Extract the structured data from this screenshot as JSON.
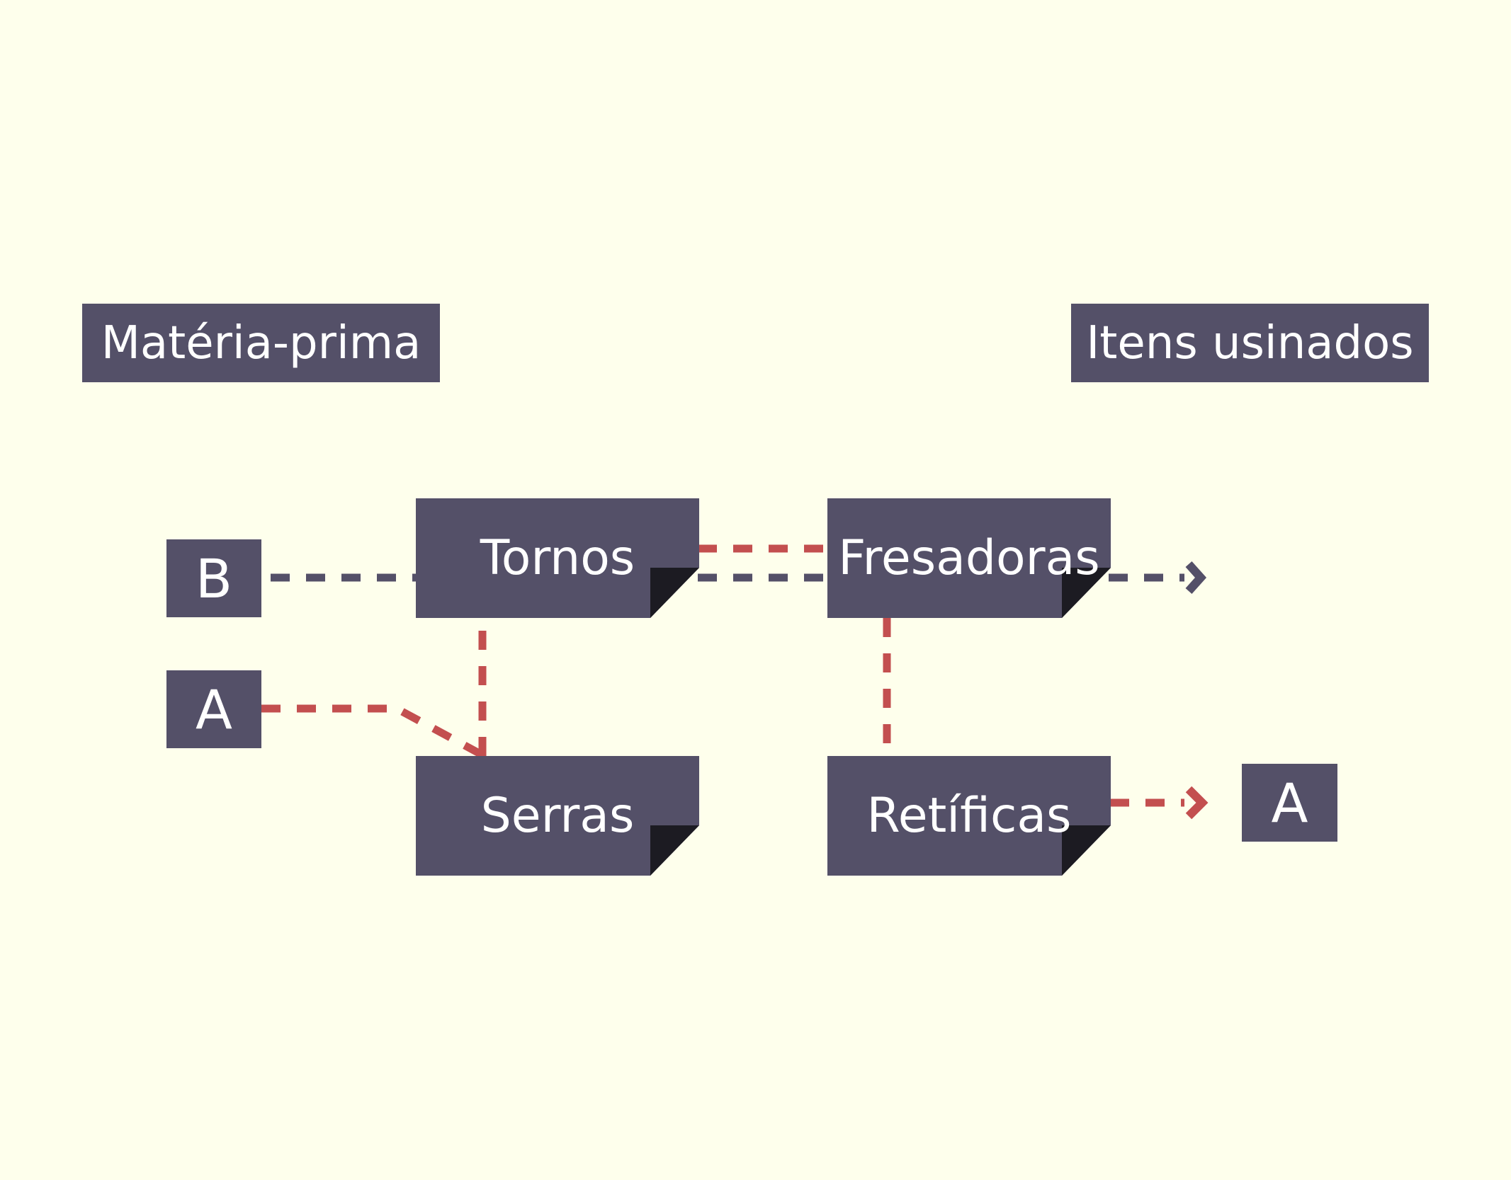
{
  "colors": {
    "background": "#FEFFEC",
    "box": "#545068",
    "fold": "#1C1B22",
    "route_a": "#C34F4F",
    "route_b": "#545068",
    "text": "#FFFFFF"
  },
  "headers": {
    "raw_material": "Matéria-prima",
    "machined_items": "Itens usinados"
  },
  "inputs": {
    "b": "B",
    "a": "A"
  },
  "output": {
    "a": "A"
  },
  "machines": {
    "tornos": "Tornos",
    "serras": "Serras",
    "fresadoras": "Fresadoras",
    "retificas": "Retíficas"
  }
}
